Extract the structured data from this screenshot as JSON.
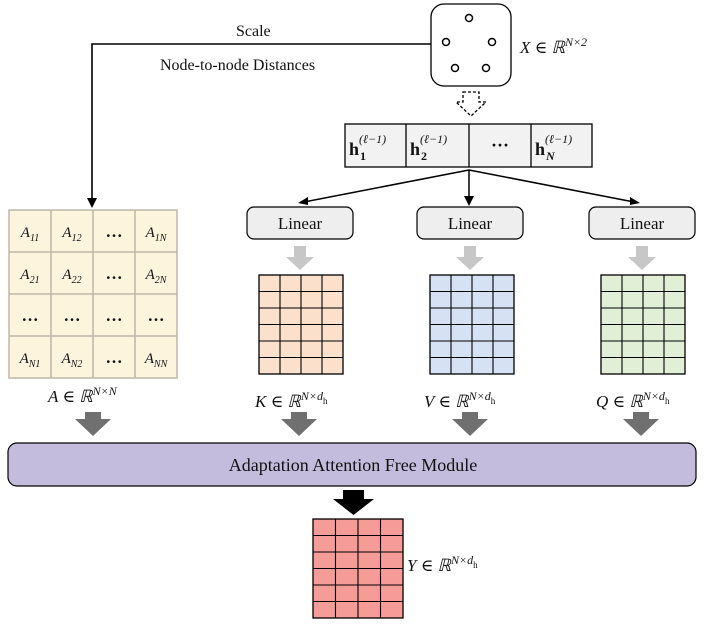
{
  "labels": {
    "scale": "Scale",
    "distances": "Node-to-node Distances",
    "x_var": "X ∈ ℝ",
    "x_sup": "N×2",
    "a_var": "A ∈ ℝ",
    "a_sup": "N×N",
    "k_var": "K ∈ ℝ",
    "v_var": "V ∈ ℝ",
    "q_var": "Q ∈ ℝ",
    "y_var": "Y ∈ ℝ",
    "dh_sup_n": "N×d",
    "dh_sub": "h"
  },
  "hidden_row": {
    "base": "h",
    "sup": "(ℓ−1)",
    "subs": [
      "1",
      "2",
      "N"
    ],
    "ellipsis": "···"
  },
  "linear_label": "Linear",
  "module_label": "Adaptation Attention Free Module",
  "matrix_a": {
    "rows": [
      [
        {
          "b": "A",
          "s": "11"
        },
        {
          "b": "A",
          "s": "12"
        },
        {
          "b": "…",
          "s": ""
        },
        {
          "b": "A",
          "s": "1N"
        }
      ],
      [
        {
          "b": "A",
          "s": "21"
        },
        {
          "b": "A",
          "s": "22"
        },
        {
          "b": "…",
          "s": ""
        },
        {
          "b": "A",
          "s": "2N"
        }
      ],
      [
        {
          "b": "…",
          "s": ""
        },
        {
          "b": "…",
          "s": ""
        },
        {
          "b": "…",
          "s": ""
        },
        {
          "b": "…",
          "s": ""
        }
      ],
      [
        {
          "b": "A",
          "s": "N1"
        },
        {
          "b": "A",
          "s": "N2"
        },
        {
          "b": "…",
          "s": ""
        },
        {
          "b": "A",
          "s": "NN"
        }
      ]
    ]
  },
  "colors": {
    "matrix_a_fill": "#fdf4de",
    "matrix_a_stroke": "#bdb7a8",
    "k_fill": "#fbe0cc",
    "v_fill": "#d6e1f3",
    "q_fill": "#e2efd7",
    "y_fill": "#f59b98",
    "linear_fill": "#eeeeee",
    "module_fill": "#c4bcdc",
    "gray_arrow": "#707070",
    "light_arrow": "#c7c7c7",
    "black_arrow": "#000000"
  }
}
